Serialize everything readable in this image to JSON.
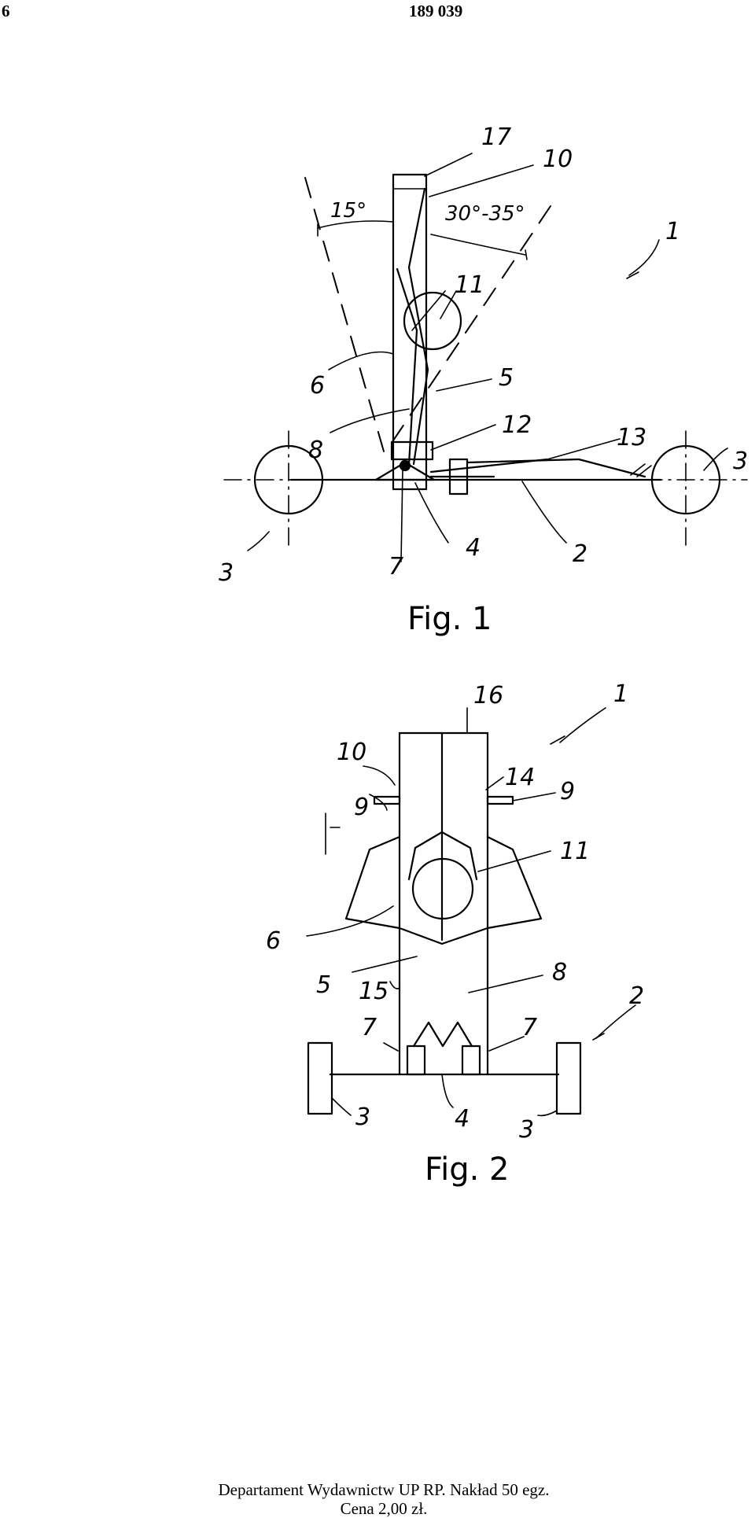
{
  "header": {
    "page_number": "6",
    "patent_number": "189 039"
  },
  "figure1": {
    "caption": "Fig. 1",
    "angle_left": "15°",
    "angle_right": "30°-35°",
    "labels": [
      "17",
      "10",
      "1",
      "11",
      "6",
      "5",
      "8",
      "12",
      "13",
      "3",
      "3",
      "7",
      "4",
      "2"
    ]
  },
  "figure2": {
    "caption": "Fig. 2",
    "labels": [
      "16",
      "1",
      "10",
      "14",
      "9",
      "9",
      "11",
      "6",
      "8",
      "5",
      "15",
      "7",
      "7",
      "2",
      "3",
      "4",
      "3"
    ]
  },
  "footer": {
    "line1": "Departament Wydawnictw UP RP. Nakład 50 egz.",
    "line2": "Cena 2,00 zł."
  }
}
